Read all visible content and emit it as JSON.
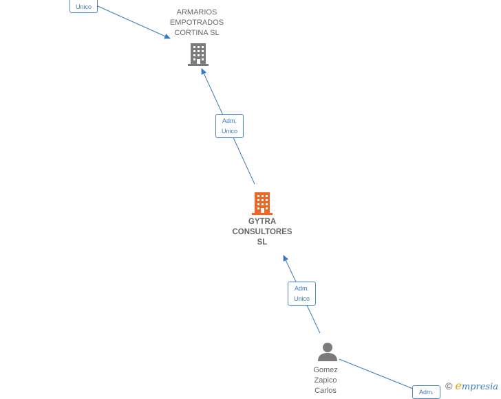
{
  "nodes": {
    "armarios": {
      "lines": [
        "ARMARIOS",
        "EMPOTRADOS",
        "CORTINA SL"
      ]
    },
    "gytra": {
      "lines": [
        "GYTRA",
        "CONSULTORES",
        "SL"
      ]
    },
    "gomez": {
      "lines": [
        "Gomez",
        "Zapico",
        "Carlos"
      ]
    }
  },
  "edge_labels": {
    "top_left": [
      "Unico"
    ],
    "armarios_gytra": [
      "Adm.",
      "Unico"
    ],
    "gytra_gomez": [
      "Adm.",
      "Unico"
    ],
    "bottom_right": [
      "Adm."
    ]
  },
  "colors": {
    "edge": "#3a78c2",
    "company_icon": "#7b7b7b",
    "main_company_icon": "#f26522",
    "person_icon": "#7b7b7b"
  },
  "brand": {
    "copyright": "©",
    "first_letter": "e",
    "rest": "mpresia"
  }
}
